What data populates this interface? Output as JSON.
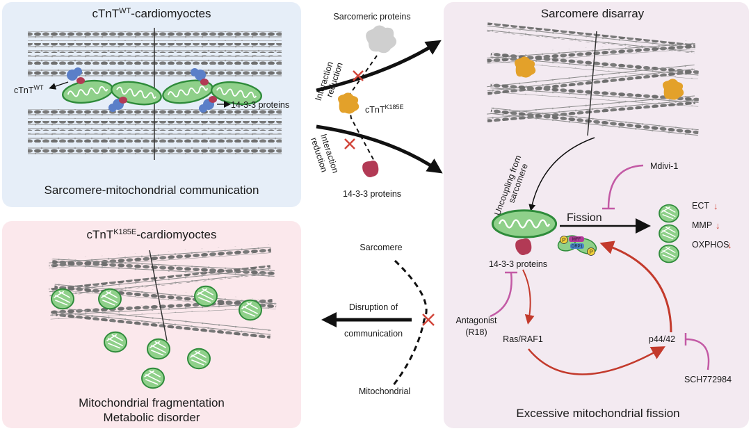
{
  "panels": {
    "wt": {
      "title": "cTnT",
      "title_sup": "WT",
      "title_suffix": "-cardiomyoctes",
      "label_ctnt": "cTnT",
      "label_ctnt_sup": "WT",
      "label_1433": "14-3-3 proteins",
      "caption": "Sarcomere-mitochondrial communication",
      "bg": "#e6eef8"
    },
    "mut": {
      "title": "cTnT",
      "title_sup": "K185E",
      "title_suffix": "-cardiomyoctes",
      "caption_line1": "Mitochondrial fragmentation",
      "caption_line2": "Metabolic disorder",
      "bg": "#fbe8ec"
    },
    "right": {
      "title": "Sarcomere disarray",
      "bottom": "Excessive mitochondrial fission",
      "bg": "#f3eaf1"
    }
  },
  "middle": {
    "sarcomeric_proteins": "Sarcomeric proteins",
    "interaction_line1": "Interaction",
    "interaction_line2": "reduction",
    "ctnt": "cTnT",
    "ctnt_sup": "K185E",
    "p1433": "14-3-3 proteins",
    "sarcomere": "Sarcomere",
    "disruption_line1": "Disruption of",
    "disruption_line2": "communication",
    "mitochondrial": "Mitochondrial"
  },
  "right_labels": {
    "uncoupling_line1": "Uncoupling from",
    "uncoupling_line2": "sarcomere",
    "mdivi": "Mdivi-1",
    "fission": "Fission",
    "ect": "ECT",
    "mmp": "MMP",
    "oxphos": "OXPHOS",
    "p1433": "14-3-3 proteins",
    "antagonist_line1": "Antagonist",
    "antagonist_line2": "(R18)",
    "rasraf": "Ras/RAF1",
    "p4442": "p44/42",
    "sch": "SCH772984",
    "complex_p": "P",
    "complex_mff": "MFF",
    "complex_drp1": "DRP1"
  },
  "colors": {
    "mito_fill": "#8fd08a",
    "mito_stroke": "#2e8b3a",
    "ctnt_orange": "#e3a12a",
    "p1433_red": "#b23a55",
    "blue_protein": "#5b7fc8",
    "inhibit_pink": "#c35aa5",
    "arrow_red": "#c33a2c",
    "cross_red": "#d2453a"
  }
}
